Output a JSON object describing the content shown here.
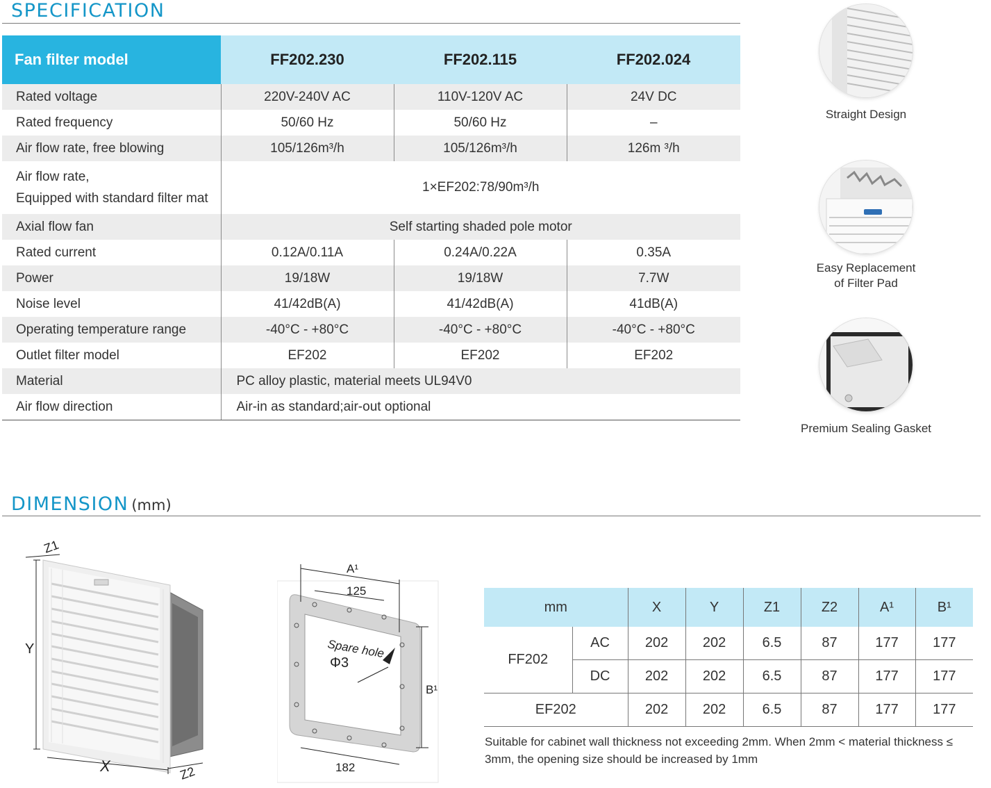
{
  "specification": {
    "title": "SPECIFICATION",
    "header": {
      "first": "Fan filter model",
      "models": [
        "FF202.230",
        "FF202.115",
        "FF202.024"
      ]
    },
    "rows": {
      "rated_voltage": {
        "label": "Rated voltage",
        "values": [
          "220V-240V  AC",
          "110V-120V  AC",
          "24V  DC"
        ]
      },
      "rated_frequency": {
        "label": "Rated frequency",
        "values": [
          "50/60 Hz",
          "50/60 Hz",
          "–"
        ]
      },
      "air_flow_free": {
        "label": "Air flow rate, free blowing",
        "values": [
          "105/126m³/h",
          "105/126m³/h",
          "126m ³/h"
        ]
      },
      "air_flow_filter": {
        "label_line1": "Air flow rate,",
        "label_line2": "Equipped with standard filter mat",
        "value": "1×EF202:78/90m³/h"
      },
      "axial_flow_fan": {
        "label": "Axial flow fan",
        "value": "Self starting shaded pole motor"
      },
      "rated_current": {
        "label": "Rated current",
        "values": [
          "0.12A/0.11A",
          "0.24A/0.22A",
          "0.35A"
        ]
      },
      "power": {
        "label": "Power",
        "values": [
          "19/18W",
          "19/18W",
          "7.7W"
        ]
      },
      "noise_level": {
        "label": "Noise level",
        "values": [
          "41/42dB(A)",
          "41/42dB(A)",
          "41dB(A)"
        ]
      },
      "operating_temp": {
        "label": "Operating temperature range",
        "values": [
          "-40°C - +80°C",
          "-40°C - +80°C",
          "-40°C - +80°C"
        ]
      },
      "outlet_filter": {
        "label": "Outlet filter model",
        "values": [
          "EF202",
          "EF202",
          "EF202"
        ]
      },
      "material": {
        "label": "Material",
        "value": "PC alloy plastic, material meets UL94V0"
      },
      "air_flow_direction": {
        "label": "Air flow direction",
        "value": "Air-in as standard;air-out optional"
      }
    }
  },
  "features": {
    "straight": "Straight Design",
    "replacement_line1": "Easy Replacement",
    "replacement_line2": "of Filter Pad",
    "gasket": "Premium Sealing Gasket"
  },
  "dimension": {
    "title": "DIMENSION",
    "unit": "(mm)",
    "drawing_labels": {
      "z1": "Z1",
      "y": "Y",
      "x": "X",
      "z2": "Z2",
      "a1": "A¹",
      "b1": "B¹",
      "d125": "125",
      "d182": "182",
      "spare_hole": "Spare hole",
      "phi3": "Φ3"
    },
    "table": {
      "header": [
        "mm",
        "X",
        "Y",
        "Z1",
        "Z2",
        "A¹",
        "B¹"
      ],
      "ff202_label": "FF202",
      "ac": {
        "sub": "AC",
        "values": [
          "202",
          "202",
          "6.5",
          "87",
          "177",
          "177"
        ]
      },
      "dc": {
        "sub": "DC",
        "values": [
          "202",
          "202",
          "6.5",
          "87",
          "177",
          "177"
        ]
      },
      "ef202": {
        "label": "EF202",
        "values": [
          "202",
          "202",
          "6.5",
          "87",
          "177",
          "177"
        ]
      }
    },
    "note": "Suitable for cabinet wall thickness not exceeding 2mm. When 2mm < material thickness ≤ 3mm, the opening size should be increased by 1mm"
  }
}
